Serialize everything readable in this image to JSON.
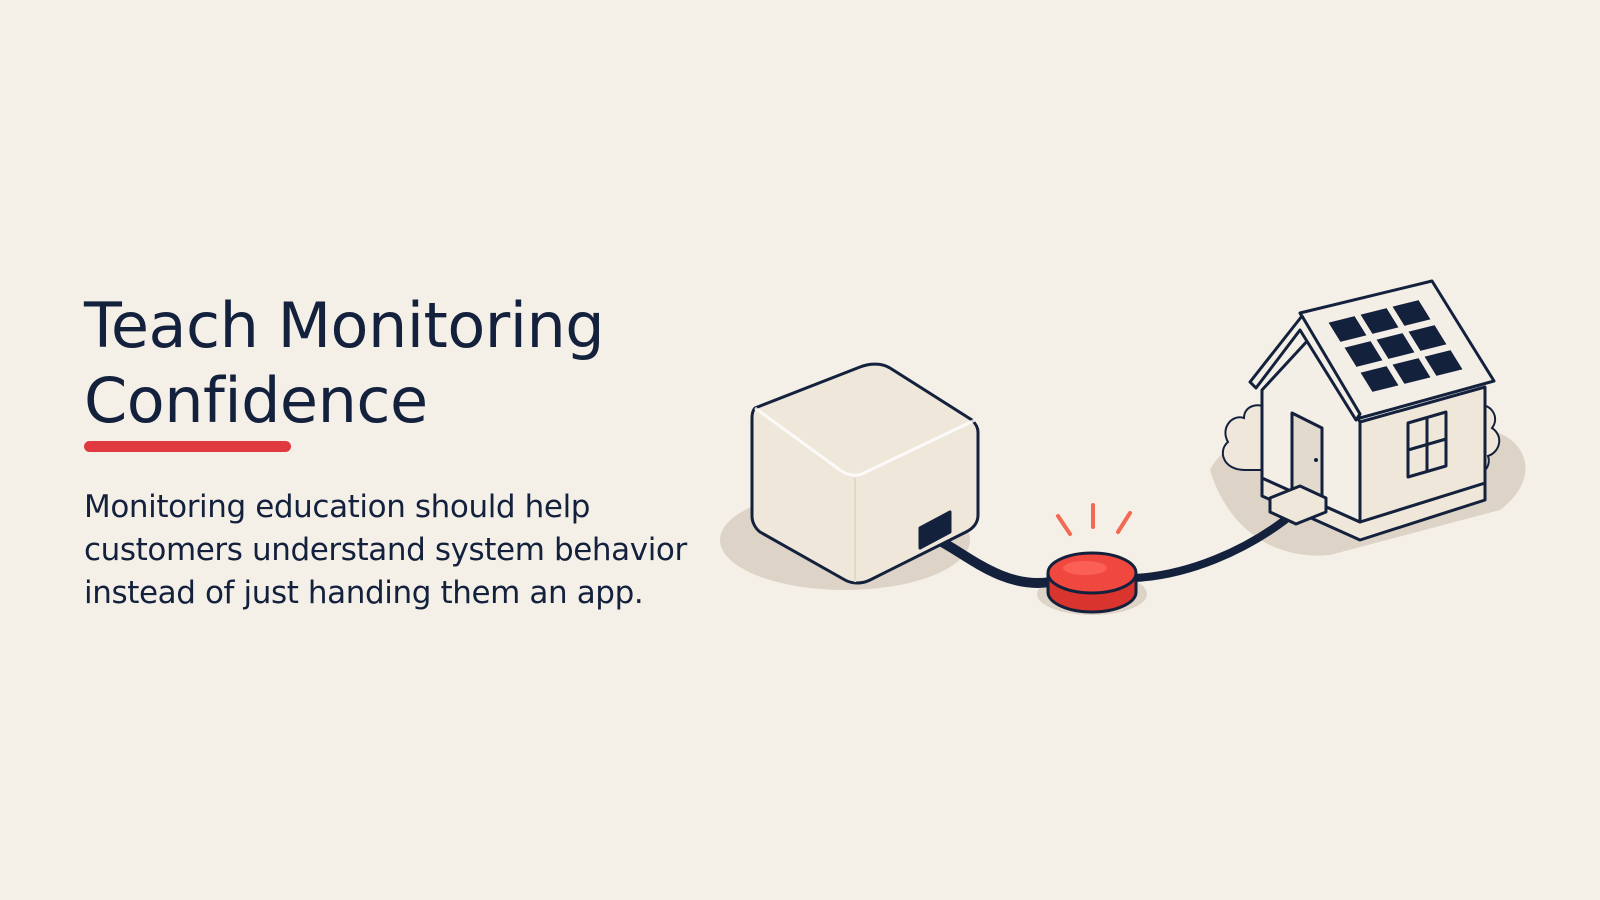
{
  "slide": {
    "title_lines": [
      "Teach Monitoring",
      "Confidence"
    ],
    "body_lines": [
      "Monitoring education should help",
      "customers understand system behavior",
      "instead of just handing them an app."
    ]
  },
  "illustration": {
    "icons": [
      "monitoring-box-icon",
      "alert-button-icon",
      "solar-house-icon"
    ],
    "colors": {
      "background": "#f4f0e8",
      "ink": "#14213d",
      "accent": "#e0393f",
      "button": "#f0483f",
      "box": "#efe7da",
      "shadow": "#ddd3c6"
    }
  }
}
